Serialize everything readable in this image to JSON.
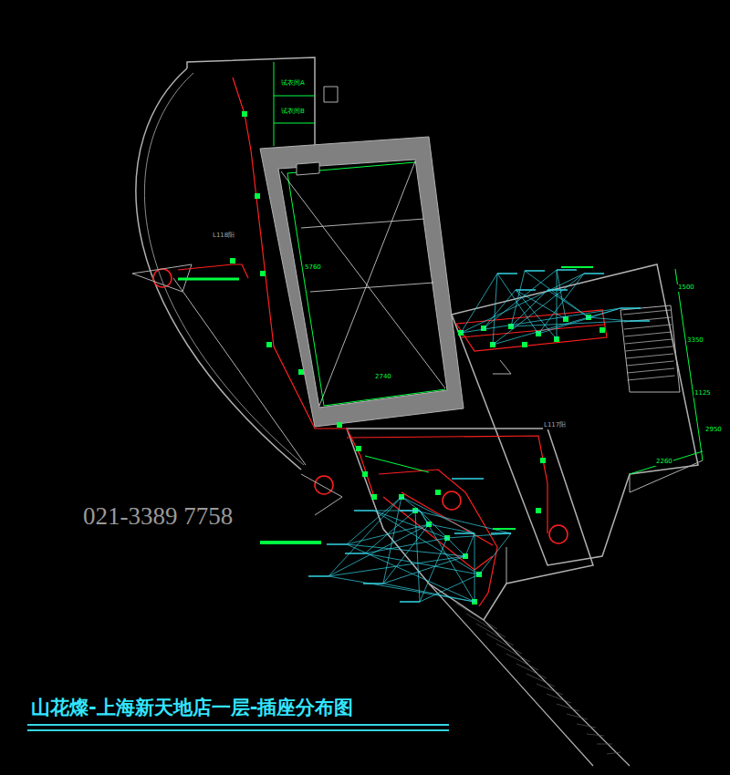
{
  "diagram": {
    "title": "山花燦-上海新天地店一层-插座分布图",
    "labels": [
      "021-3389 7758",
      "L118阳",
      "L117阳",
      "试衣间A",
      "试衣间B",
      "5760",
      "2740",
      "1500",
      "3350",
      "1125",
      "2950",
      "2260"
    ]
  }
}
